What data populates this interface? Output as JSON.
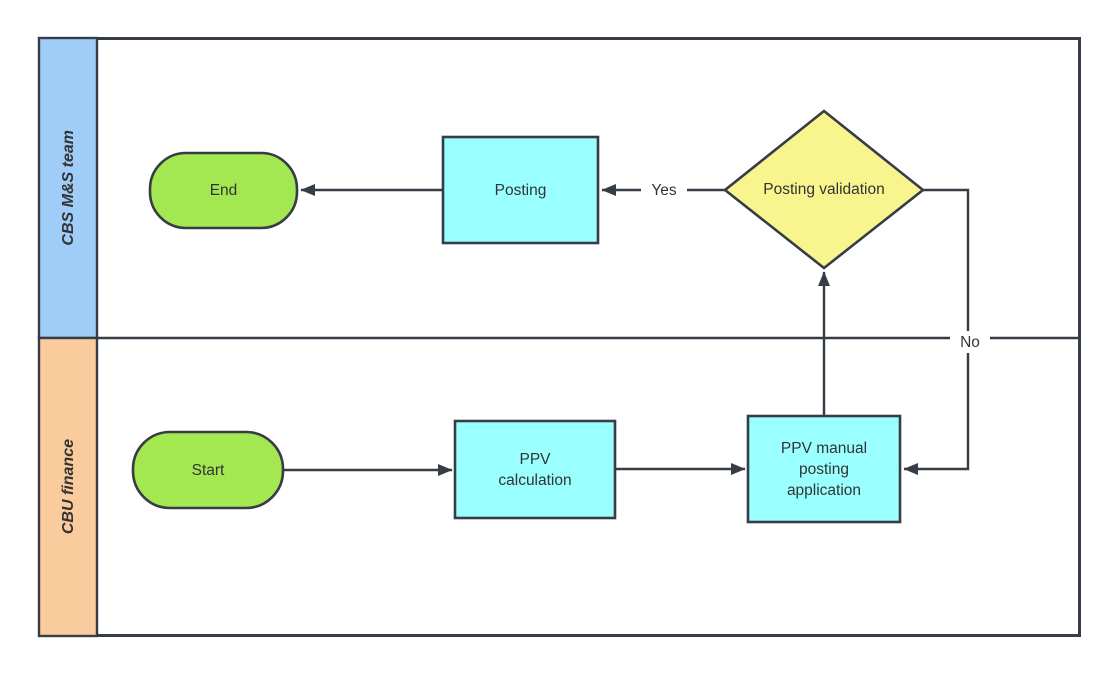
{
  "diagram": {
    "type": "swimlane-flowchart",
    "lanes": [
      {
        "id": "cbs-ms-team",
        "label": "CBS M&S team",
        "fill": "#9fcdf8"
      },
      {
        "id": "cbu-finance",
        "label": "CBU finance",
        "fill": "#f9cb9d"
      }
    ],
    "nodes": {
      "start": {
        "label": "Start",
        "type": "terminator",
        "fill": "#a3e751",
        "lane": "CBU finance"
      },
      "ppv_calculation": {
        "label": "PPV calculation",
        "lines": [
          "PPV",
          "calculation"
        ],
        "type": "process",
        "fill": "#99ffff",
        "lane": "CBU finance"
      },
      "ppv_manual_posting": {
        "label": "PPV manual posting application",
        "lines": [
          "PPV manual",
          "posting",
          "application"
        ],
        "type": "process",
        "fill": "#99ffff",
        "lane": "CBU finance"
      },
      "posting_validation": {
        "label": "Posting validation",
        "type": "decision",
        "fill": "#f8f58f",
        "lane": "CBS M&S team"
      },
      "posting": {
        "label": "Posting",
        "type": "process",
        "fill": "#99ffff",
        "lane": "CBS M&S team"
      },
      "end": {
        "label": "End",
        "type": "terminator",
        "fill": "#a3e751",
        "lane": "CBS M&S team"
      }
    },
    "edges": {
      "start_to_calculation": {
        "from": "start",
        "to": "ppv_calculation",
        "label": ""
      },
      "calculation_to_manual": {
        "from": "ppv_calculation",
        "to": "ppv_manual_posting",
        "label": ""
      },
      "manual_to_validation": {
        "from": "ppv_manual_posting",
        "to": "posting_validation",
        "label": ""
      },
      "validation_to_posting": {
        "from": "posting_validation",
        "to": "posting",
        "label": "Yes"
      },
      "posting_to_end": {
        "from": "posting",
        "to": "end",
        "label": ""
      },
      "validation_to_manual": {
        "from": "posting_validation",
        "to": "ppv_manual_posting",
        "label": "No"
      }
    },
    "colors": {
      "stroke": "#363d46",
      "text": "#333333",
      "background": "#ffffff"
    }
  }
}
